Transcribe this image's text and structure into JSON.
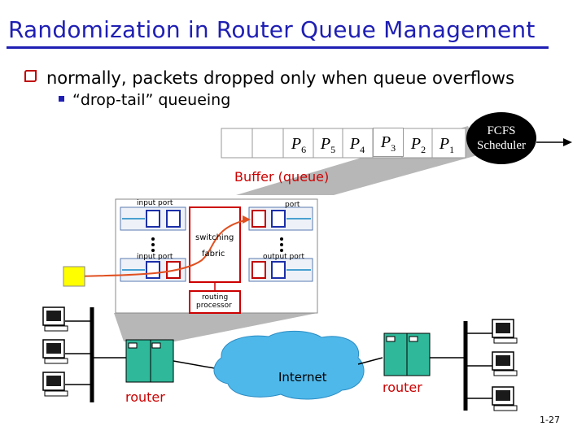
{
  "title": "Randomization in Router Queue Management",
  "bullets": {
    "b1": "normally, packets dropped only when queue overflows",
    "b2": "“drop-tail” queueing"
  },
  "queue": {
    "packets": [
      {
        "p": "P",
        "n": "6"
      },
      {
        "p": "P",
        "n": "5"
      },
      {
        "p": "P",
        "n": "4"
      },
      {
        "p": "P",
        "n": "3"
      },
      {
        "p": "P",
        "n": "2"
      },
      {
        "p": "P",
        "n": "1"
      }
    ],
    "buffer_label": "Buffer (queue)",
    "scheduler_line1": "FCFS",
    "scheduler_line2": "Scheduler"
  },
  "router_internal": {
    "input_port_top": "input port",
    "output_port_top": "port",
    "switching": "switching",
    "fabric": "fabric",
    "input_port_bottom": "input port",
    "output_port_bottom": "output port",
    "routing": "routing",
    "processor": "processor"
  },
  "network": {
    "internet": "Internet",
    "router_left": "router",
    "router_right": "router"
  },
  "page_number": "1-27"
}
